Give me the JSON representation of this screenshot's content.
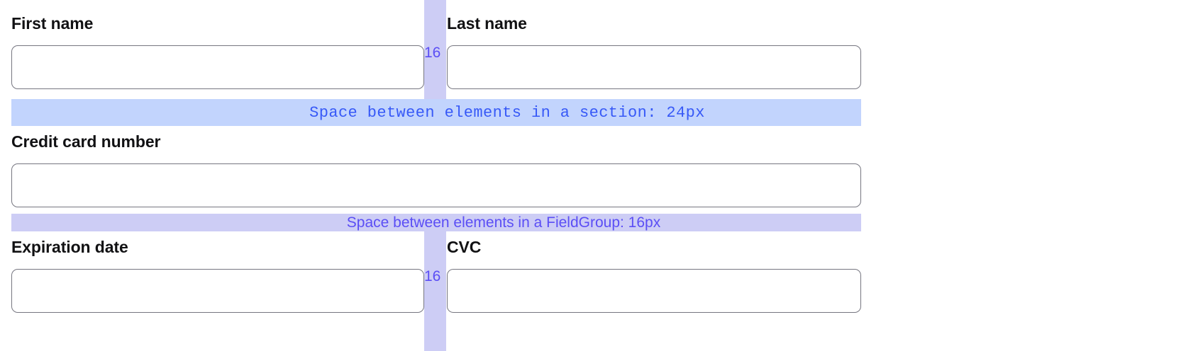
{
  "form": {
    "sections": [
      {
        "name": "name-section",
        "fields": [
          {
            "label": "First name",
            "value": "",
            "placeholder": ""
          },
          {
            "label": "Last name",
            "value": "",
            "placeholder": ""
          }
        ],
        "gap_label": "16"
      },
      {
        "name": "card-number-section",
        "fields": [
          {
            "label": "Credit card number",
            "value": "",
            "placeholder": ""
          }
        ]
      },
      {
        "name": "expiry-cvc-section",
        "fields": [
          {
            "label": "Expiration date",
            "value": "",
            "placeholder": ""
          },
          {
            "label": "CVC",
            "value": "",
            "placeholder": ""
          }
        ],
        "gap_label": "16"
      }
    ]
  },
  "annotations": {
    "section_spacing": {
      "text": "Space between elements in a section: 24px",
      "value": "24px",
      "band_color": "#c2d4fd",
      "text_color": "#3759f7"
    },
    "fieldgroup_spacing": {
      "text": "Space between elements in a FieldGroup: 16px",
      "value": "16px",
      "band_color": "#cdcdf5",
      "text_color": "#5b4ef5"
    },
    "column_gap": {
      "label": "16",
      "marker_color": "#cdcdf5",
      "text_color": "#5b4ef5"
    }
  },
  "style": {
    "input_border_color": "#767680",
    "label_color": "#111113",
    "background": "#ffffff"
  }
}
